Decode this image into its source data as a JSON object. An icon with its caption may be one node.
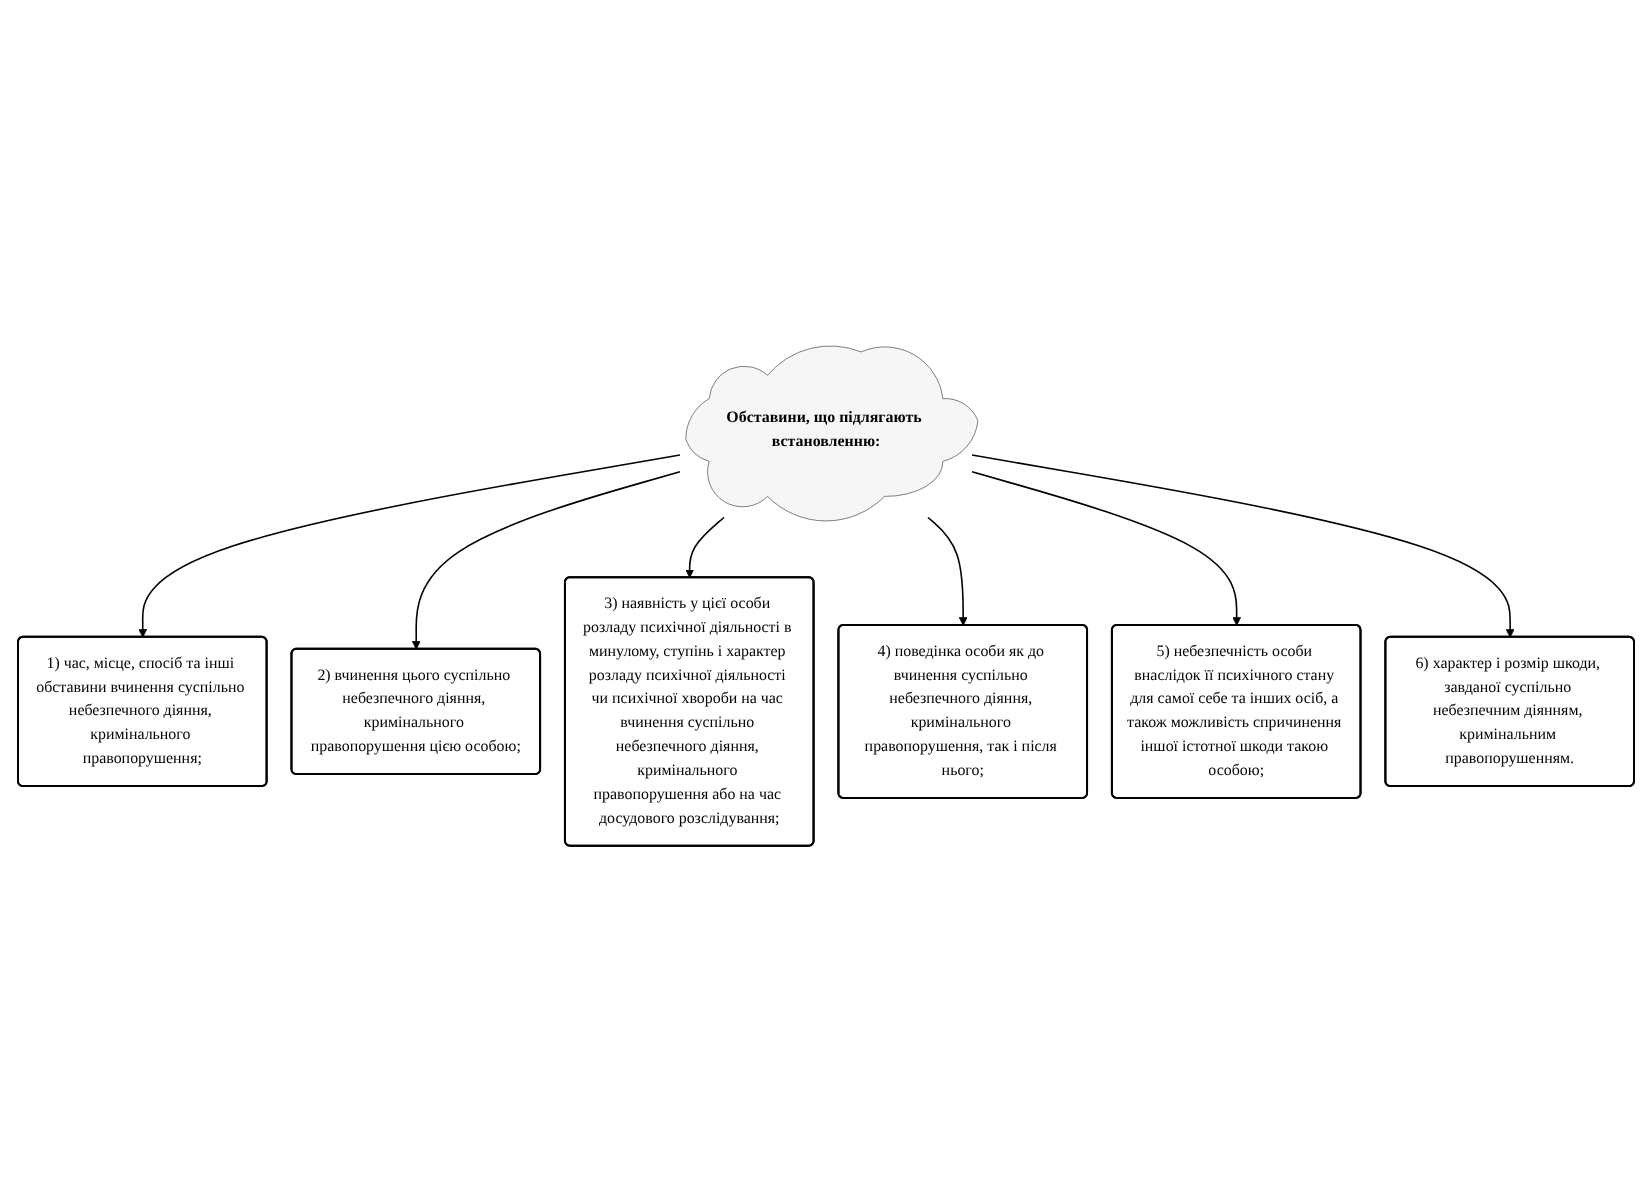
{
  "diagram": {
    "nodes": [
      {
        "text": [
          "Обставини, що підлягають встановленню:"
        ]
      },
      {
        "text": [
          "1) час, місце, спосіб та інші обставини вчинення суспільно небезпечного діяння, кримінального правопорушення;"
        ]
      },
      {
        "text": [
          "2) вчинення цього суспільно небезпечного діяння, кримінального правопорушення цією особою;"
        ]
      },
      {
        "text": [
          "3) наявність у цієї особи розладу психічної діяльності в минулому, ступінь і характер розладу психічної діяльності чи психічної хвороби на час вчинення суспільно небезпечного діяння, кримінального правопорушення або на час досудового розслідування;"
        ]
      },
      {
        "text": [
          "4) поведінка особи як до вчинення суспільно небезпечного діяння, кримінального правопорушення, так і після нього;"
        ]
      },
      {
        "text": [
          "5) небезпечність особи внаслідок її психічного стану для самої себе та інших осіб, а також можливість спричинення іншої істотної шкоди такою особою;"
        ]
      },
      {
        "text": [
          "6) характер і розмір шкоди, завданої суспільно небезпечним діянням, кримінальним правопорушенням."
        ]
      }
    ],
    "edges": [
      {
        "from": 0,
        "to": 1,
        "arrow": "to"
      },
      {
        "from": 0,
        "to": 2,
        "arrow": "to"
      },
      {
        "from": 0,
        "to": 3,
        "arrow": "to"
      },
      {
        "from": 0,
        "to": 4,
        "arrow": "to"
      },
      {
        "from": 0,
        "to": 5,
        "arrow": "to"
      },
      {
        "from": 0,
        "to": 6,
        "arrow": "to"
      }
    ]
  }
}
